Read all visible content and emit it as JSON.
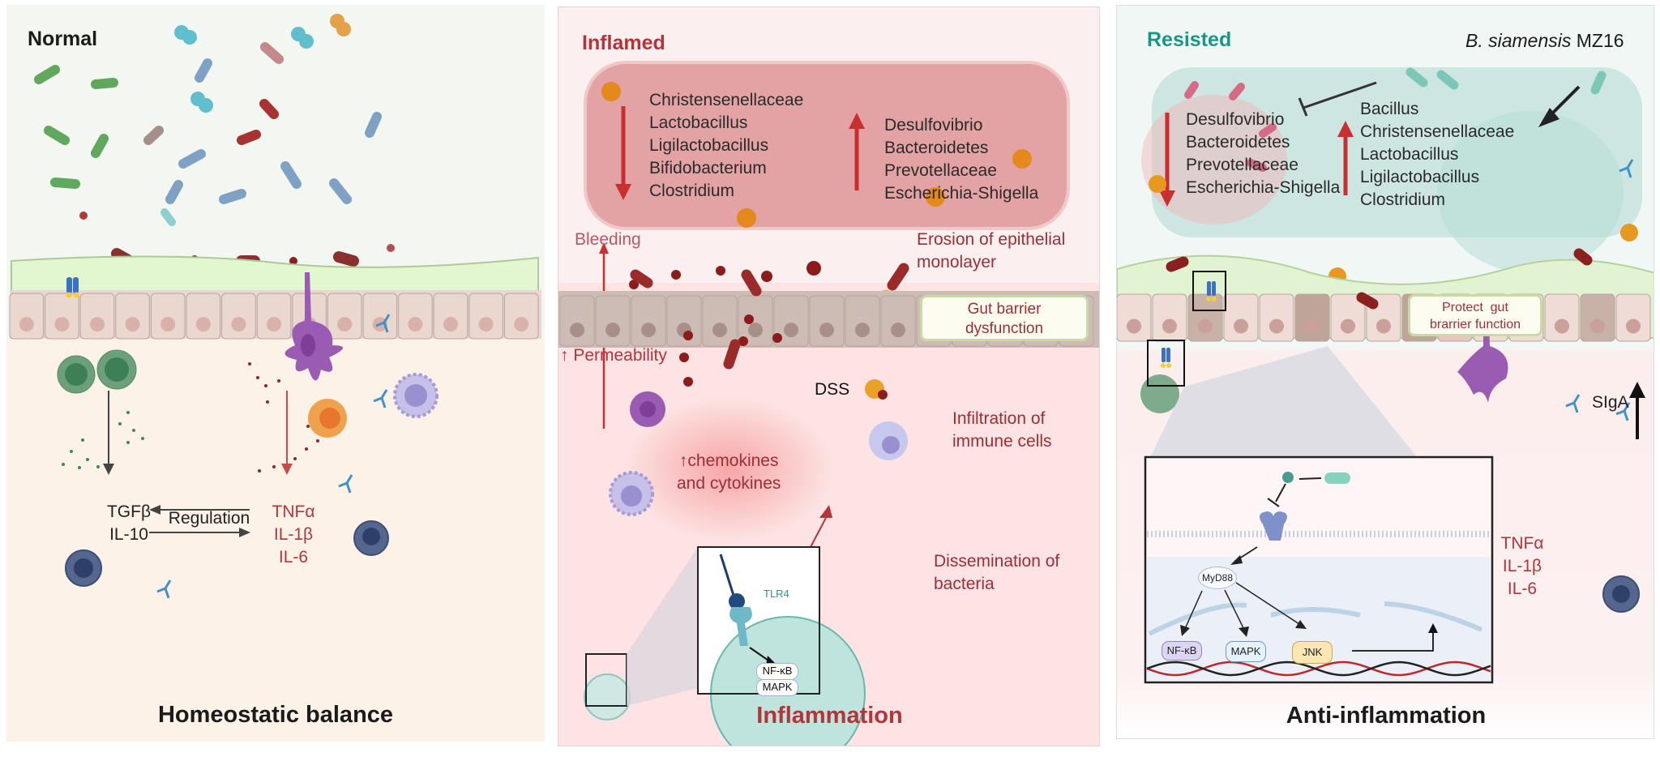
{
  "panels": {
    "normal": {
      "title": "Normal",
      "anti_inflammatory": [
        "TGFβ",
        "IL-10"
      ],
      "regulation_label": "Regulation",
      "pro_inflammatory": [
        "TNFα",
        "IL-1β",
        "IL-6"
      ],
      "bottom_title": "Homeostatic balance"
    },
    "inflamed": {
      "title": "Inflamed",
      "decreased_taxa": [
        "Christensenellaceae",
        "Lactobacillus",
        "Ligilactobacillus",
        "Bifidobacterium",
        "Clostridium"
      ],
      "increased_taxa": [
        "Desulfovibrio",
        "Bacteroidetes",
        "Prevotellaceae",
        "Escherichia-Shigella"
      ],
      "bleeding_label": "Bleeding",
      "erosion_label": [
        "Erosion of epithelial",
        "monolayer"
      ],
      "barrier_label": [
        "Gut barrier",
        "dysfunction"
      ],
      "permeability_label": "↑ Permeability",
      "dss_label": "DSS",
      "infiltration_label": [
        "Infiltration of",
        "immune cells"
      ],
      "chemokines_label": [
        "↑chemokines",
        "and cytokines"
      ],
      "dissemination_label": [
        "Dissemination of",
        "bacteria"
      ],
      "inset": {
        "receptor": "TLR4",
        "pathways": [
          "NF-κB",
          "MAPK"
        ]
      },
      "bottom_title": "Inflammation"
    },
    "resisted": {
      "title": "Resisted",
      "probiotic_label_italic": "B. siamensis",
      "probiotic_label_strain": "MZ16",
      "decreased_taxa": [
        "Desulfovibrio",
        "Bacteroidetes",
        "Prevotellaceae",
        "Escherichia-Shigella"
      ],
      "increased_taxa": [
        "Bacillus",
        "Christensenellaceae",
        "Lactobacillus",
        "Ligilactobacillus",
        "Clostridium"
      ],
      "barrier_label": [
        "Protect  gut",
        "brarrier function"
      ],
      "siga_label": "SIgA",
      "cytokines": [
        "TNFα",
        "IL-1β",
        "IL-6"
      ],
      "inset": {
        "adaptor": "MyD88",
        "pathways": [
          "NF-κB",
          "MAPK",
          "JNK"
        ]
      },
      "bottom_title": "Anti-inflammation"
    }
  },
  "colors": {
    "inflamed_red": "#b3353a",
    "resisted_teal": "#1a9687",
    "up_down_arrow": "#c8302f",
    "text_dark": "#1b1b1b"
  }
}
